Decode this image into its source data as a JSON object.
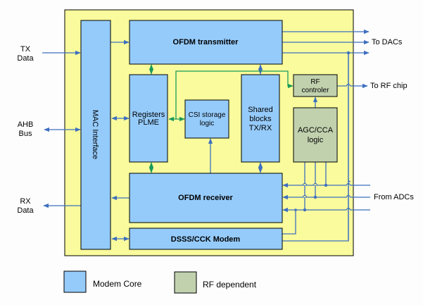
{
  "colors": {
    "background": "#fdfdfd",
    "container_fill": "#f9fb9c",
    "modem_core": "#95cbfb",
    "rf_dependent": "#c1d1ae",
    "bus_line": "#3e6fbf",
    "control_line": "#1a9a5a",
    "border": "#000000"
  },
  "external": {
    "tx_data": [
      "TX",
      "Data"
    ],
    "ahb_bus": [
      "AHB",
      "Bus"
    ],
    "rx_data": [
      "RX",
      "Data"
    ],
    "to_dacs": "To DACs",
    "to_rf_chip": "To RF chip",
    "from_adcs": "From ADCs"
  },
  "blocks": {
    "mac_interface": {
      "label": "MAC Interface",
      "category": "modem_core"
    },
    "ofdm_transmitter": {
      "label": "OFDM transmitter",
      "category": "modem_core"
    },
    "registers_plme": {
      "label": [
        "Registers",
        "PLME"
      ],
      "category": "modem_core"
    },
    "csi_storage": {
      "label": [
        "CSI storage",
        "logic"
      ],
      "category": "modem_core"
    },
    "shared_blocks": {
      "label": [
        "Shared",
        "blocks",
        "TX/RX"
      ],
      "category": "modem_core"
    },
    "rf_controler": {
      "label": [
        "RF",
        "controler"
      ],
      "category": "rf_dependent"
    },
    "agc_cca": {
      "label": [
        "AGC/CCA",
        "logic"
      ],
      "category": "rf_dependent"
    },
    "ofdm_receiver": {
      "label": "OFDM receiver",
      "category": "modem_core"
    },
    "dsss_cck": {
      "label": "DSSS/CCK Modem",
      "category": "modem_core"
    }
  },
  "legend": [
    {
      "label": "Modem Core",
      "category": "modem_core"
    },
    {
      "label": "RF dependent",
      "category": "rf_dependent"
    }
  ]
}
